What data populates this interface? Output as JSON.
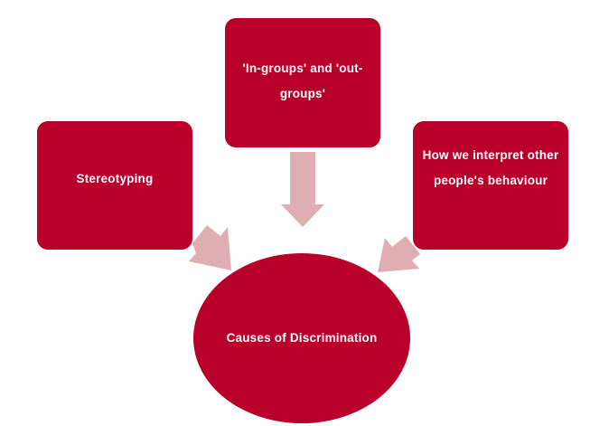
{
  "diagram": {
    "center": "Causes of Discrimination",
    "causes": {
      "top": "'In-groups' and 'out-groups'",
      "left": "Stereotyping",
      "right": "How we interpret other people's behaviour"
    }
  },
  "colors": {
    "box_fill": "#b8002a",
    "arrow_fill": "#deaeb2",
    "text": "#ffffff"
  }
}
